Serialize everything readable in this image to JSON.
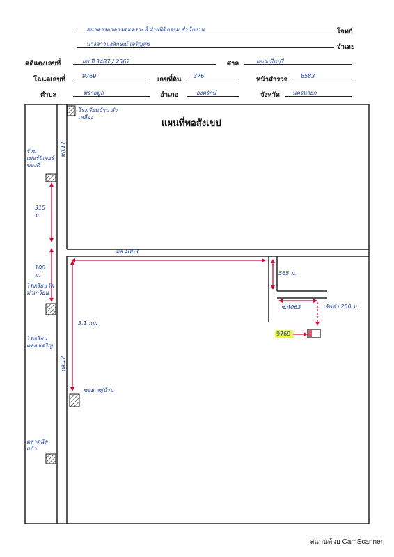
{
  "header": {
    "plaintiff_label": "โจทก์",
    "plaintiff_value": "ธนาคารอาคารสงเคราะห์ ฝ่ายนิติกรรม สำนักงาน",
    "defendant_label": "จำเลย",
    "defendant_value": "นางสาวนงลักษณ์ เจริญสุข",
    "case_label": "คดีแดงเลขที่",
    "case_value": "ผบ.ปี 3487 / 2567",
    "court_label": "ศาล",
    "court_value": "แขวงมีนบุรี",
    "deed_label": "โฉนดเลขที่",
    "deed_value": "9769",
    "landno_label": "เลขที่ดิน",
    "landno_value": "376",
    "survey_label": "หน้าสำรวจ",
    "survey_value": "6583",
    "subdistrict_label": "ตำบล",
    "subdistrict_value": "ทรายมูล",
    "district_label": "อำเภอ",
    "district_value": "องครักษ์",
    "province_label": "จังหวัด",
    "province_value": "นครนายก"
  },
  "map": {
    "title": "แผนที่พอสังเขป",
    "school_label": "โรงเรียนบ้าน ลำเหลือง",
    "shop_label": "ร้านเฟอร์นิเจอร์ ของดี",
    "distance_315": "315 ม.",
    "road_left_top": "ทล.17",
    "road_left_bottom": "ทล.17",
    "distance_100": "100 ม.",
    "temple_label": "โรงเรียนวัดท่าเกวียน",
    "km_label": "3.1 กม.",
    "school2_label": "โรงเรียนคลองเจริญ",
    "village_label": "ซอย หมู่บ้าน",
    "market_label": "ตลาดนัด แก้ว",
    "road_top": "ทล.4063",
    "distance_565": "565 ม.",
    "road_right": "ซ.4063",
    "distance_250": "เส้นดำ 250 ม.",
    "plot_label": "9769"
  },
  "footer": {
    "scanner": "สแกนด้วย CamScanner"
  }
}
